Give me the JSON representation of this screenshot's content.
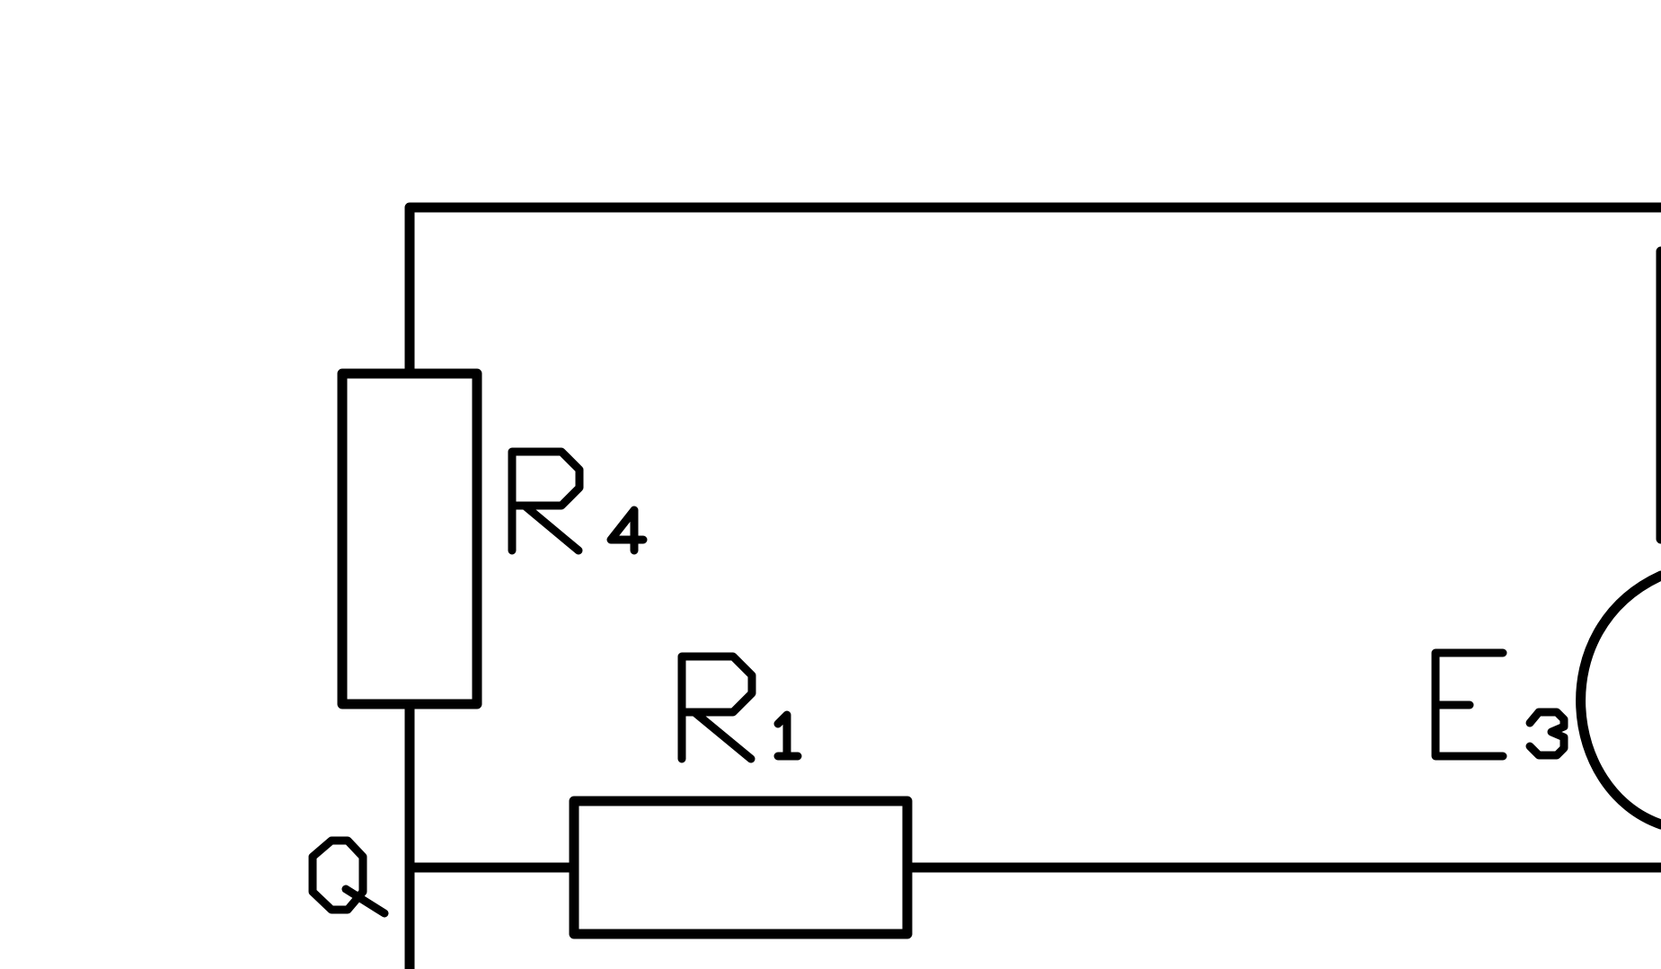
{
  "diagram": {
    "type": "circuit-schematic",
    "line_color": "#000000",
    "background_color": "#ffffff",
    "components": {
      "r4": {
        "kind": "resistor",
        "label": "R",
        "subscript": "4"
      },
      "r1": {
        "kind": "resistor",
        "label": "R",
        "subscript": "1"
      },
      "e3": {
        "kind": "voltage-source",
        "label": "E",
        "subscript": "3"
      }
    },
    "nodes": {
      "q": {
        "label": "Q"
      }
    }
  }
}
